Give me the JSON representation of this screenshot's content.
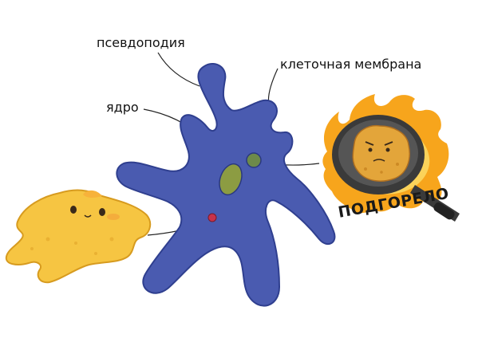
{
  "labels": {
    "pseudopodia": "псевдоподия",
    "membrane": "клеточная мембрана",
    "nucleus": "ядро"
  },
  "sticker": {
    "text": "ПОДГОРЕЛО"
  },
  "colors": {
    "amoeba_body": "#4a5bb0",
    "amoeba_outline": "#2a3880",
    "nucleus": "#8c9c42",
    "vacuole": "#6d8a4a",
    "red_vacuole": "#c8324a",
    "leader_line": "#222222",
    "yellow_amoeba": "#f6c542",
    "pan": "#3a3a3a",
    "flame": "#f7a51c",
    "burnt_amoeba": "#e3a53a"
  },
  "icons": [
    "pseudopodia-amoeba",
    "yellow-amoeba-character",
    "frying-pan-icon",
    "flame-icon",
    "burnt-amoeba-character"
  ]
}
